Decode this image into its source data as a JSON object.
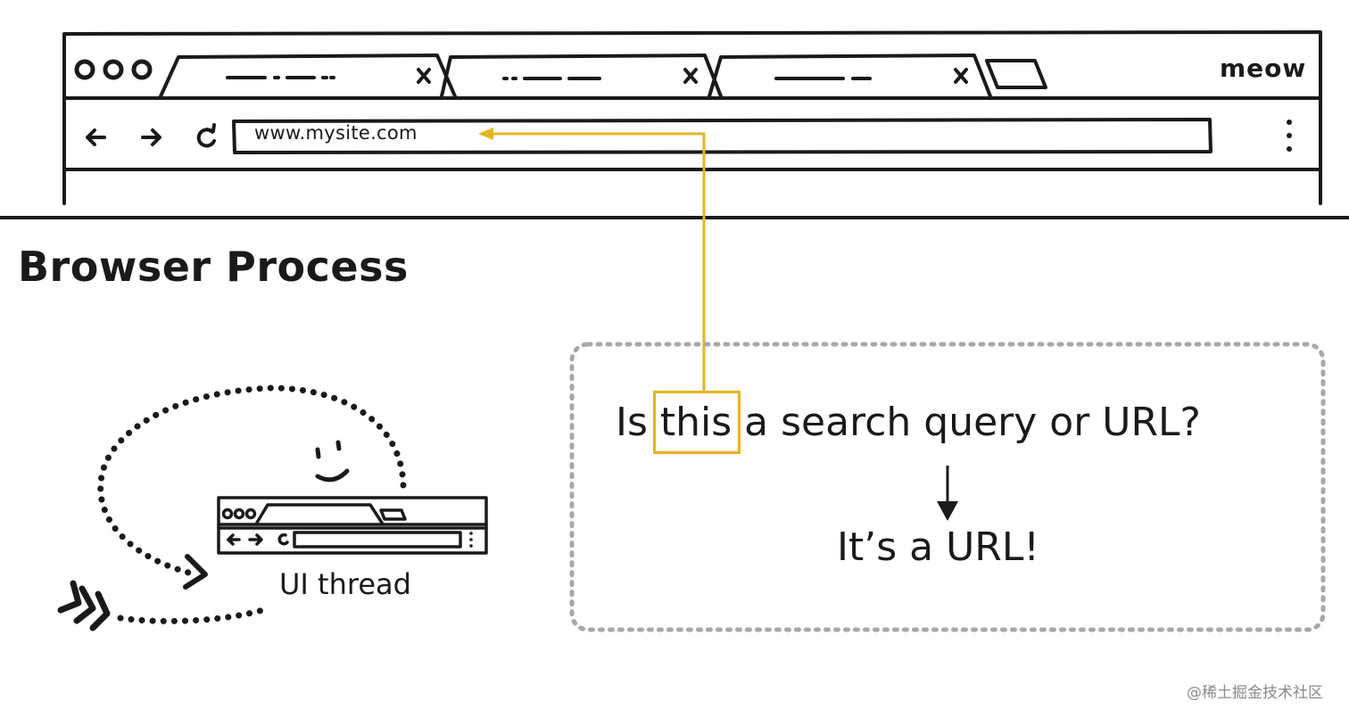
{
  "browser": {
    "url": "www.mysite.com",
    "brand": "meow"
  },
  "section_title": "Browser Process",
  "decision": {
    "question_prefix": "Is ",
    "question_highlight": "this",
    "question_suffix": " a search query or URL?",
    "answer": "It’s a URL!"
  },
  "thread_label": "UI thread",
  "watermark": "@稀土掘金技术社区",
  "colors": {
    "highlight": "#e6b420",
    "ink": "#1a1a1a",
    "dotted_border": "#a8a8a8"
  }
}
